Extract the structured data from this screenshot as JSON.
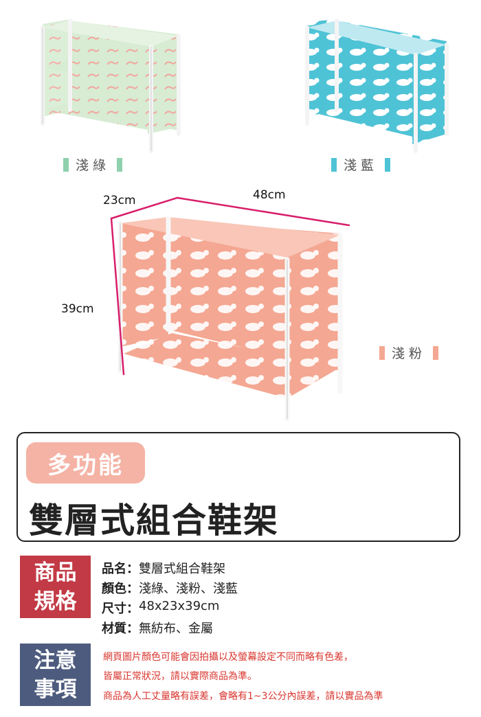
{
  "variants": [
    {
      "label": "淺綠",
      "color": "#8fd1ad"
    },
    {
      "label": "淺藍",
      "color": "#4fc3d6"
    },
    {
      "label": "淺粉",
      "color": "#f4a792"
    }
  ],
  "dimensions": {
    "depth": "23cm",
    "width": "48cm",
    "height": "39cm"
  },
  "badge": "多功能",
  "title": "雙層式組合鞋架",
  "spec_block": {
    "line1": "商品",
    "line2": "規格"
  },
  "specs": [
    {
      "key": "品名",
      "sep": "：",
      "value": "雙層式組合鞋架"
    },
    {
      "key": "顏色",
      "sep": "：",
      "value": "淺綠、淺粉、淺藍"
    },
    {
      "key": "尺寸",
      "sep": "：",
      "value": "48x23x39cm"
    },
    {
      "key": "材質",
      "sep": "：",
      "value": "無紡布、金屬"
    }
  ],
  "notice_block": {
    "line1": "注意",
    "line2": "事項"
  },
  "notices": [
    "網頁圖片顏色可能會因拍攝以及螢幕設定不同而略有色差，",
    "皆屬正常狀況，請以實際商品為準。",
    "商品為人工丈量略有誤差，會略有1~3公分內誤差，請以實品為準"
  ],
  "colors": {
    "dimension_line": "#d81e6a",
    "spec_block": "#c23a45",
    "notice_block": "#4d5b7e",
    "notice_text": "#d9362f"
  }
}
